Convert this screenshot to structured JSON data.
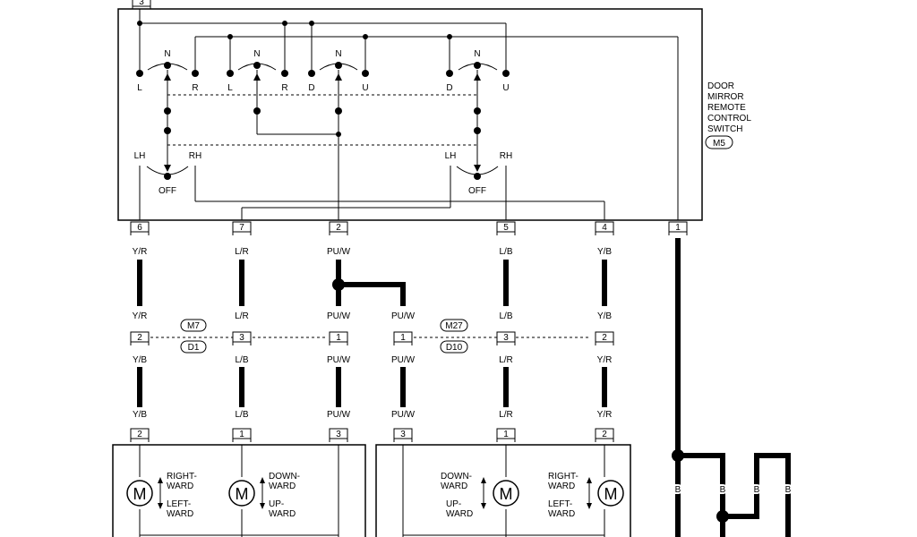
{
  "switch": {
    "top_pin": "3",
    "title_lines": [
      "DOOR",
      "MIRROR",
      "REMOTE",
      "CONTROL",
      "SWITCH"
    ],
    "connector_id": "M5",
    "contacts": {
      "L": "L",
      "R": "R",
      "N": "N",
      "D": "D",
      "U": "U",
      "LH": "LH",
      "RH": "RH",
      "OFF": "OFF"
    },
    "pins": [
      "6",
      "7",
      "2",
      "5",
      "4",
      "1"
    ]
  },
  "wires": {
    "upper": [
      "Y/R",
      "L/R",
      "PU/W",
      "L/B",
      "Y/B",
      "B"
    ],
    "branch": "PU/W"
  },
  "junction": {
    "left": {
      "id_top": "M7",
      "id_bottom": "D1",
      "pins": [
        "2",
        "3",
        "1"
      ],
      "labels_above": [
        "Y/R",
        "L/R",
        "PU/W"
      ],
      "labels_below": [
        "Y/B",
        "L/B",
        "PU/W"
      ]
    },
    "right": {
      "id_top": "M27",
      "id_bottom": "D10",
      "pins": [
        "1",
        "3",
        "2"
      ],
      "labels_above": [
        "PU/W",
        "L/B",
        "Y/B"
      ],
      "labels_below": [
        "PU/W",
        "L/R",
        "Y/R"
      ]
    }
  },
  "lower_labels": {
    "left": [
      "Y/B",
      "L/B",
      "PU/W"
    ],
    "right": [
      "PU/W",
      "L/R",
      "Y/R"
    ]
  },
  "motor_units": {
    "left": {
      "pins": [
        "2",
        "1",
        "3"
      ],
      "motors": [
        {
          "symbol": "M",
          "dir_up": [
            "RIGHT-",
            "WARD"
          ],
          "dir_down": [
            "LEFT-",
            "WARD"
          ]
        },
        {
          "symbol": "M",
          "dir_up": [
            "DOWN-",
            "WARD"
          ],
          "dir_down": [
            "UP-",
            "WARD"
          ]
        }
      ]
    },
    "right": {
      "pins": [
        "3",
        "1",
        "2"
      ],
      "motors": [
        {
          "symbol": "M",
          "dir_up": [
            "DOWN-",
            "WARD"
          ],
          "dir_down": [
            "UP-",
            "WARD"
          ]
        },
        {
          "symbol": "M",
          "dir_up": [
            "RIGHT-",
            "WARD"
          ],
          "dir_down": [
            "LEFT-",
            "WARD"
          ]
        }
      ]
    }
  },
  "ground_labels": [
    "B",
    "B",
    "B",
    "B"
  ]
}
